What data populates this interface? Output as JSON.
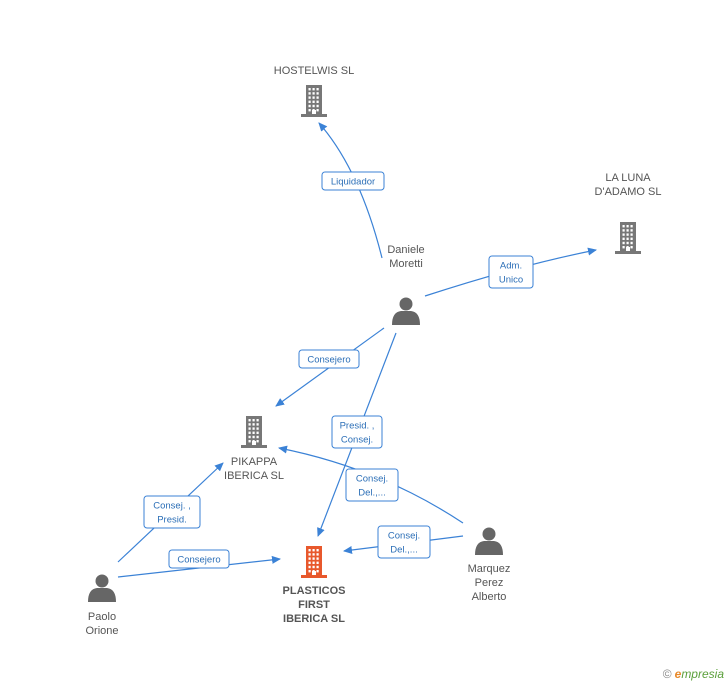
{
  "nodes": {
    "hostelwis": {
      "type": "company",
      "lines": [
        "HOSTELWIS SL"
      ],
      "color": "#777777"
    },
    "laluna": {
      "type": "company",
      "lines": [
        "LA LUNA",
        "D'ADAMO SL"
      ],
      "color": "#777777"
    },
    "daniele": {
      "type": "person",
      "lines": [
        "Daniele",
        "Moretti"
      ],
      "color": "#666666"
    },
    "pikappa": {
      "type": "company",
      "lines": [
        "PIKAPPA",
        "IBERICA  SL"
      ],
      "color": "#777777"
    },
    "plasticos": {
      "type": "company",
      "lines": [
        "PLASTICOS",
        "FIRST",
        "IBERICA SL"
      ],
      "color": "#e8582c",
      "main": true
    },
    "paolo": {
      "type": "person",
      "lines": [
        "Paolo",
        "Orione"
      ],
      "color": "#666666"
    },
    "marquez": {
      "type": "person",
      "lines": [
        "Marquez",
        "Perez",
        "Alberto"
      ],
      "color": "#666666"
    }
  },
  "edges": [
    {
      "id": "daniele-hostelwis",
      "lines": [
        "Liquidador"
      ]
    },
    {
      "id": "daniele-laluna",
      "lines": [
        "Adm.",
        "Unico"
      ]
    },
    {
      "id": "daniele-pikappa",
      "lines": [
        "Consejero"
      ]
    },
    {
      "id": "daniele-plasticos",
      "lines": [
        "Presid. ,",
        "Consej."
      ]
    },
    {
      "id": "marquez-pikappa",
      "lines": [
        "Consej.",
        "Del.,..."
      ]
    },
    {
      "id": "marquez-plasticos",
      "lines": [
        "Consej.",
        "Del.,..."
      ]
    },
    {
      "id": "paolo-pikappa",
      "lines": [
        "Consej. ,",
        "Presid."
      ]
    },
    {
      "id": "paolo-plasticos",
      "lines": [
        "Consejero"
      ]
    }
  ],
  "watermark": {
    "copyright": "©",
    "brand_initial": "e",
    "brand_rest": "mpresia"
  },
  "colors": {
    "edge": "#3b82d6",
    "edge_label_border": "#3b82d6",
    "edge_label_text": "#2c6fb7"
  }
}
